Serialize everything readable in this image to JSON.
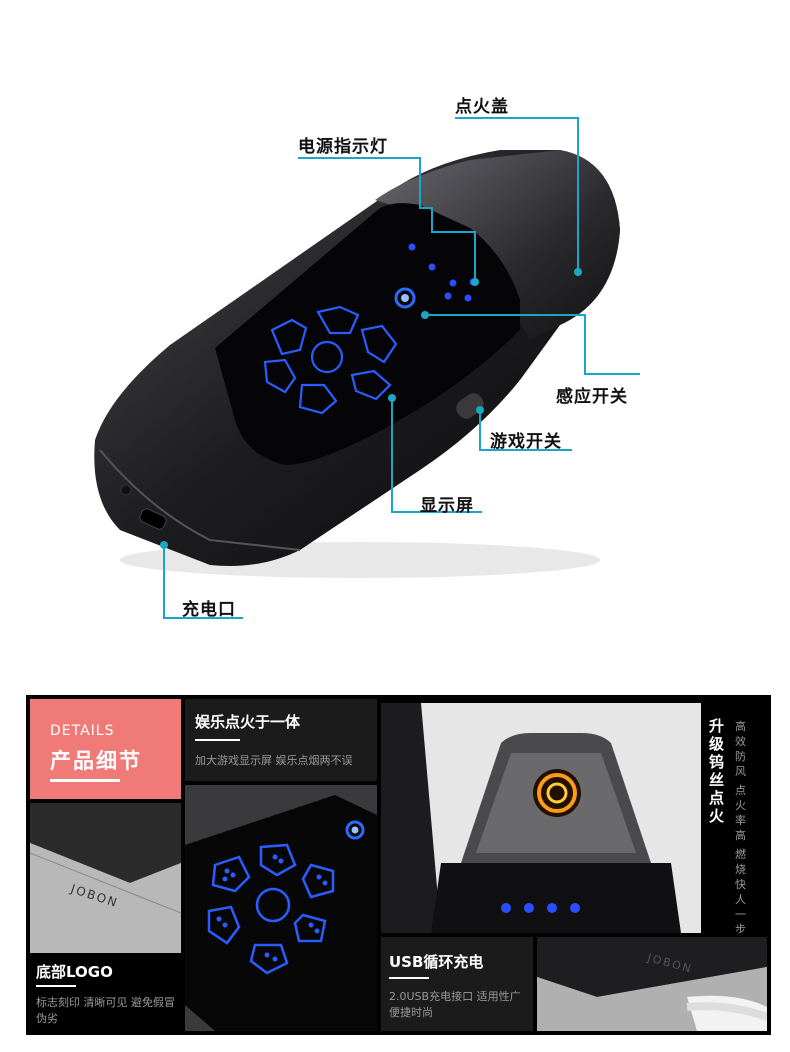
{
  "top": {
    "callouts": {
      "ignition_cover": "点火盖",
      "power_indicator": "电源指示灯",
      "touch_switch": "感应开关",
      "game_switch": "游戏开关",
      "display_screen": "显示屏",
      "charging_port": "充电口"
    },
    "accent_color": "#1aa7c7"
  },
  "details": {
    "header_en": "DETAILS",
    "header_cn": "产品细节",
    "header_color": "#f07a78",
    "entertainment": {
      "title": "娱乐点火于一体",
      "desc": "加大游戏显示屏 娱乐点烟两不误"
    },
    "tungsten": {
      "title": "升级钨丝点火",
      "desc_col1": "高效防风",
      "desc_col2": "点火率高",
      "desc_col3": "燃烧快人一步"
    },
    "logo": {
      "title": "底部LOGO",
      "desc": "标志刻印 清晰可见 避免假冒伪劣",
      "engraving": "JOBON"
    },
    "usb": {
      "title": "USB循环充电",
      "desc": "2.0USB充电接口 适用性广 便捷时尚",
      "engraving": "JOBON"
    }
  }
}
